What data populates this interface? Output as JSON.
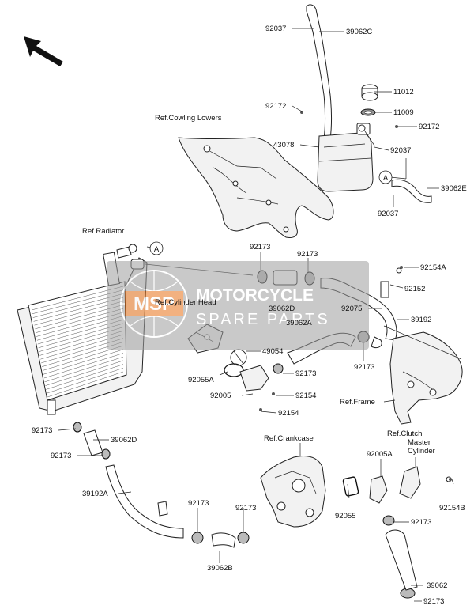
{
  "labels": {
    "p92037_top": "92037",
    "p39062C": "39062C",
    "p11012": "11012",
    "p11009": "11009",
    "p92172_l": "92172",
    "p92172_r": "92172",
    "p43078": "43078",
    "p92037_m": "92037",
    "p39062E": "39062E",
    "p92037_b": "92037",
    "ref_cowling": "Ref.Cowling Lowers",
    "ref_radiator": "Ref.Radiator",
    "p92173_a": "92173",
    "p92173_b": "92173",
    "p39062D_top": "39062D",
    "p39062A": "39062A",
    "p92154A": "92154A",
    "p92152": "92152",
    "p92075": "92075",
    "p39192": "39192",
    "p92173_c": "92173",
    "ref_cylinder_head": "Ref.Cylinder Head",
    "p49054": "49054",
    "p92055A": "92055A",
    "p92173_d": "92173",
    "p92005": "92005",
    "p92154_a": "92154",
    "p92154_b": "92154",
    "ref_frame": "Ref.Frame",
    "p92173_e": "92173",
    "p39062D_low": "39062D",
    "p92173_f": "92173",
    "p39192A": "39192A",
    "ref_crankcase": "Ref.Crankcase",
    "ref_clutch_1": "Ref.Clutch",
    "ref_clutch_2": "Master",
    "ref_clutch_3": "Cylinder",
    "p92005A": "92005A",
    "p92154B": "92154B",
    "p92055": "92055",
    "p92173_g": "92173",
    "p92173_h": "92173",
    "p92173_i": "92173",
    "p39062B": "39062B",
    "p39062": "39062",
    "p92173_j": "92173",
    "ref_A_1": "A",
    "ref_A_2": "A"
  },
  "watermark": {
    "logo": "MSP",
    "line1": "MOTORCYCLE",
    "line2": "SPARE PARTS"
  },
  "colors": {
    "watermark_accent": "#e8731a",
    "watermark_bg": "#9e9e9e"
  },
  "icons": {
    "front_arrow": "front-direction-arrow-icon"
  }
}
